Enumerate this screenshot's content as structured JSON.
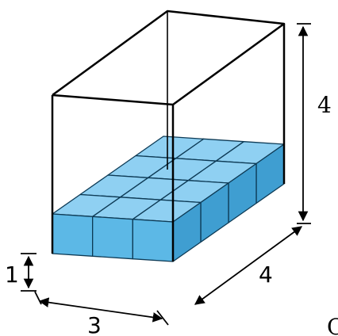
{
  "figure": {
    "labels": {
      "height": "4",
      "depth": "4",
      "width": "3",
      "cube_height": "1",
      "corner_text": "C"
    },
    "colors": {
      "cube_front": "#5cb8e6",
      "cube_top": "#8fd0f2",
      "cube_side": "#3f9ed1",
      "cube_edge": "#0d3a55",
      "frame": "#000000"
    },
    "cube_layer": {
      "rows": 4,
      "cols": 3,
      "layers_filled": 1,
      "total_height": 4
    }
  }
}
